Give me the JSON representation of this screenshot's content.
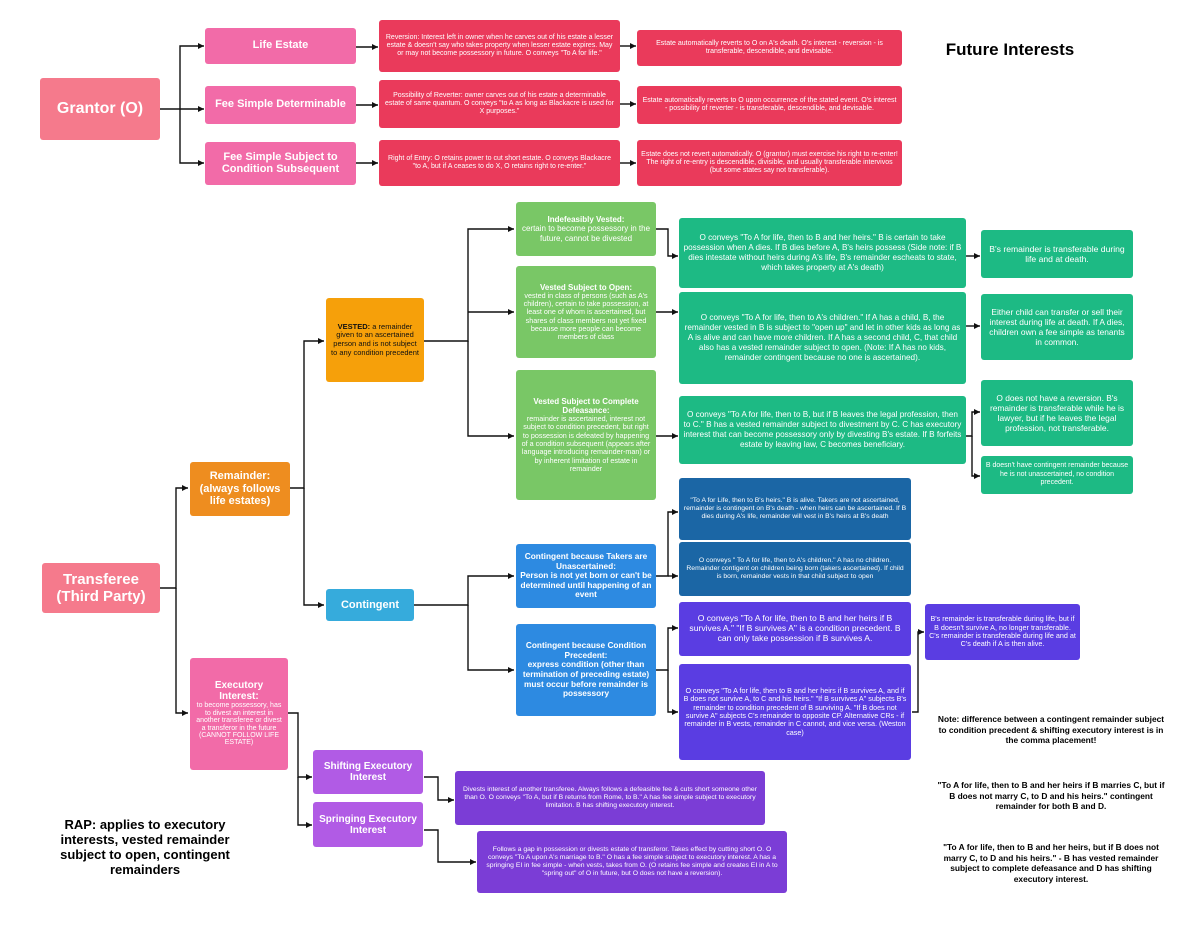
{
  "title": "Future Interests",
  "grantor": {
    "label": "Grantor (O)",
    "estates": [
      {
        "name": "Life Estate",
        "description": "Reversion: Interest left in owner when he carves out of his estate a lesser estate & doesn't say who takes property when lesser estate expires. May or may not become possessory in future. O conveys \"To A for life.\"",
        "outcome": "Estate automatically reverts to O on A's death. O's interest - reversion - is transferable, descendible, and devisable."
      },
      {
        "name": "Fee Simple Determinable",
        "description": "Possibility of Reverter: owner carves out of his estate a determinable estate of same quantum. O conveys \"to A as long as Blackacre is used for X purposes.\"",
        "outcome": "Estate automatically reverts to O upon occurrence of the stated event. O's interest - possibility of reverter - is transferable, descendible, and devisable."
      },
      {
        "name": "Fee Simple Subject to Condition Subsequent",
        "description": "Right of Entry: O retains power to cut short estate. O conveys Blackacre \"to A, but if A ceases to do X, O retains right to re-enter.\"",
        "outcome": "Estate does not revert automatically. O (grantor) must exercise his right to re-enter! The right of re-entry is descendible, divisible, and usually transferable intervivos (but some states say not transferable)."
      }
    ]
  },
  "transferee": {
    "label": "Transferee (Third Party)",
    "remainder": {
      "label": "Remainder: (always follows life estates)",
      "vested": {
        "label": "VESTED:",
        "definition": "a remainder given to an ascertained person and is not subject to any condition precedent",
        "types": [
          {
            "heading": "Indefeasibly Vested:",
            "text": "certain to become possessory in the future, cannot be divested",
            "example": "O conveys \"To A for life, then to B and her heirs.\" B is certain to take possession when A dies. If B dies before A, B's heirs possess (Side note: if B dies intestate without heirs during A's life, B's remainder escheats to state, which takes property at A's death)",
            "result": "B's remainder is transferable during life and at death."
          },
          {
            "heading": "Vested Subject to Open:",
            "text": "vested in class of persons (such as A's children), certain to take possession, at least one of whom is ascertained, but shares of class members not yet fixed because more people can become members of class",
            "example": "O conveys \"To A for life, then to A's children.\" If A has a child, B, the remainder vested in B is subject to \"open up\" and let in other kids as long as A is alive and can have more children. If A has a second child, C, that child also has a vested remainder subject to open. (Note: If A has no kids, remainder contingent because no one is ascertained).",
            "result": "Either child can transfer or sell their interest during life at death. If A dies, children own a fee simple as tenants in common."
          },
          {
            "heading": "Vested Subject to Complete Defeasance:",
            "text": "remainder is ascertained, interest not subject to condition precedent, but right to possession is defeated by happening of a condition subsequent (appears after language introducing remainder-man) or by inherent limitation of estate in remainder",
            "example": "O conveys \"To A for life, then to B, but if B leaves the legal profession, then to C.\" B has a vested remainder subject to divestment by C. C has executory interest that can become possessory only by divesting B's estate. If B forfeits estate by leaving law, C becomes beneficiary.",
            "results": [
              "O does not have a reversion. B's remainder is transferable while he is lawyer, but if he leaves the legal profession, not transferable.",
              "B doesn't have contingent remainder because he is not unascertained, no condition precedent."
            ]
          }
        ]
      },
      "contingent": {
        "label": "Contingent",
        "types": [
          {
            "heading": "Contingent because Takers are Unascertained:",
            "text": "Person is not yet born or can't be determined until happening of an event",
            "examples": [
              "\"To A for Life, then to B's heirs.\" B is alive. Takers are not ascertained, remainder is contingent on B's death - when heirs can be ascertained. If B dies during A's life, remainder will vest in B's heirs at B's death",
              "O conveys \" To A for life, then to A's children.\" A has no children. Remainder contigent on children being born (takers ascertained). If child is born, remainder vests in that child subject to open"
            ]
          },
          {
            "heading": "Contingent because Condition Precedent:",
            "text": "express condition (other than termination of preceding estate) must occur before remainder is possessory",
            "examples": [
              "O conveys \"To A for life, then to B and her heirs if B survives A.\" \"If B survives A\" is a condition precedent. B can only take possession if B survives A.",
              "O conveys \"To A for life, then to B and her heirs if B survives A, and if B does not survive A, to C and his heirs.\" \"If B survives A\" subjects B's remainder to condition precedent of B surviving A. \"If B does not survive A\" subjects C's remainder to opposite CP. Alternative CRs - if remainder in B vests, remainder in C cannot, and vice versa. (Weston case)"
            ],
            "result": "B's remainder is transferable during life, but if B doesn't survive A, no longer transferable. C's remainder is transferable during life and at C's death if A is then alive."
          }
        ]
      }
    },
    "executory": {
      "label": "Executory Interest:",
      "definition": "to become possessory, has to divest an interest in another transferee or divest a transferor in the future (CANNOT FOLLOW LIFE ESTATE)",
      "types": [
        {
          "name": "Shifting Executory Interest",
          "text": "Divests interest of another transferee. Always follows a defeasible fee & cuts short someone other than O. O conveys \"To A, but if B returns from Rome, to B.\" A has fee simple subject to executory limitation. B has shifting executory interest."
        },
        {
          "name": "Springing Executory Interest",
          "text": "Follows a gap in possession or divests estate of transferor. Takes effect by cutting short O. O conveys \"To A upon A's marriage to B.\" O has a fee simple subject to executory interest. A has a springing EI in fee simple - when vests, takes from O. (O retains fee simple and creates EI in A to \"spring out\" of O in future, but O does not have a reversion)."
        }
      ]
    }
  },
  "notes": {
    "rap": "RAP: applies to executory interests, vested remainder subject to open, contingent remainders",
    "difference": "Note: difference between a contingent remainder subject to condition precedent & shifting executory interest is in the comma placement!",
    "example1": "\"To A for life, then to B and her heirs if B marries C, but if B does not marry C, to D and his heirs.\" contingent remainder for both B and D.",
    "example2": "\"To A for life, then to B and her heirs, but if B does not marry C, to D and his heirs.\" - B has vested remainder subject to complete defeasance and D has shifting executory interest."
  },
  "colors": {
    "grantor": "#f57a8c",
    "estate": "#f26ba8",
    "grantor_interest": "#ea3a5b",
    "vested_type": "#79c766",
    "vested_example": "#1dba84",
    "vested": "#f6a00a",
    "remainder": "#ee8d1f",
    "contingent": "#36abdc",
    "contingent_type": "#2d8ae1",
    "unascertained_example": "#1b66a5",
    "condition_example": "#5a3de2",
    "executory": "#b15be5",
    "executory_example": "#7b3dd6"
  }
}
